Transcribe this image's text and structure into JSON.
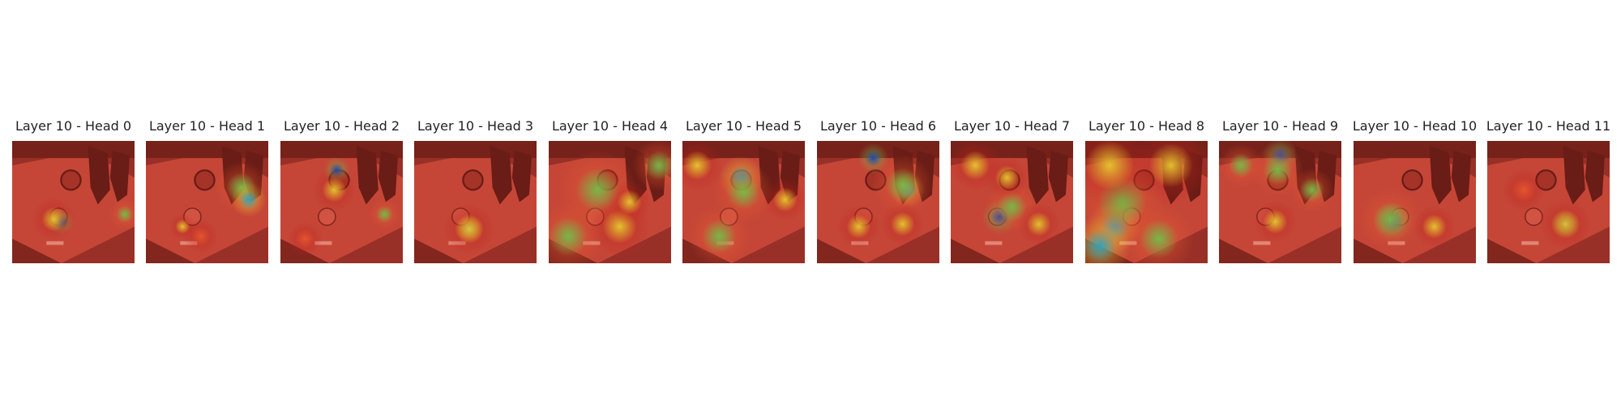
{
  "figure": {
    "panels": [
      {
        "title": "Layer 10 - Head 0"
      },
      {
        "title": "Layer 10 - Head 1"
      },
      {
        "title": "Layer 10 - Head 2"
      },
      {
        "title": "Layer 10 - Head 3"
      },
      {
        "title": "Layer 10 - Head 4"
      },
      {
        "title": "Layer 10 - Head 5"
      },
      {
        "title": "Layer 10 - Head 6"
      },
      {
        "title": "Layer 10 - Head 7"
      },
      {
        "title": "Layer 10 - Head 8"
      },
      {
        "title": "Layer 10 - Head 9"
      },
      {
        "title": "Layer 10 - Head 10"
      },
      {
        "title": "Layer 10 - Head 11"
      }
    ],
    "colormap": [
      "#1a3fb0",
      "#22a0c8",
      "#6cc24a",
      "#e8d030",
      "#e85a30",
      "#c0201c"
    ]
  }
}
